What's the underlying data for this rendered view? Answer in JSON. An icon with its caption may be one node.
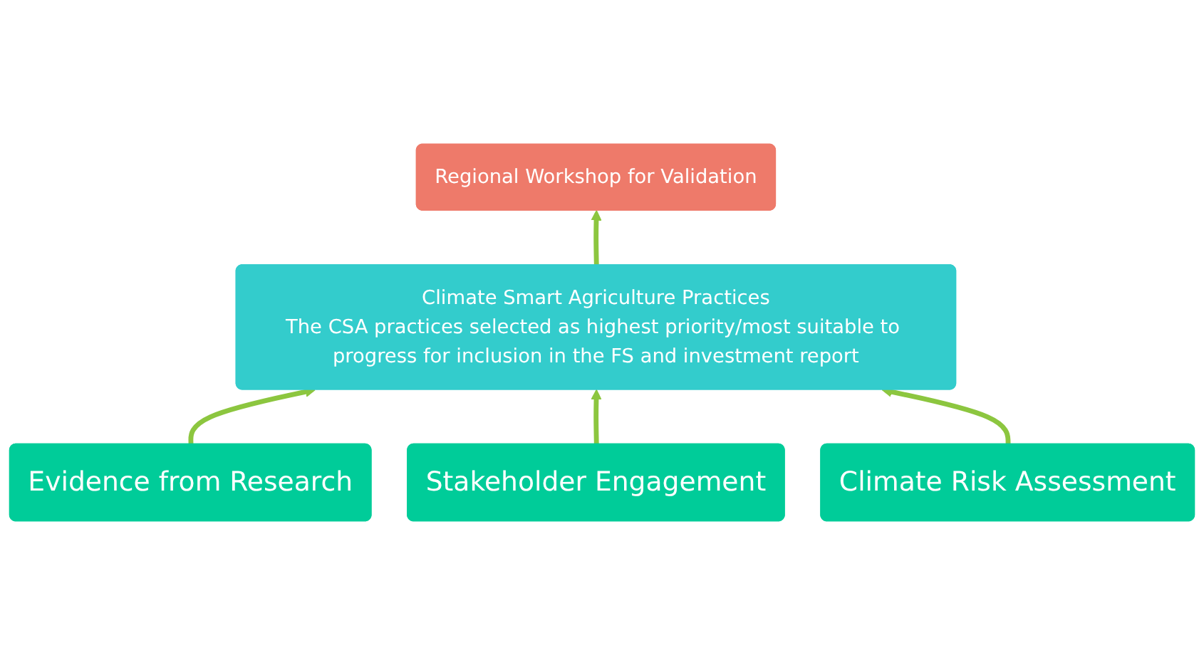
{
  "diagram": {
    "nodes": [
      {
        "text": [
          "Regional Workshop for Validation"
        ]
      },
      {
        "text": [
          "Climate Smart Agriculture Practices",
          "The CSA practices selected as highest priority/most suitable to progress for inclusion in the FS and investment report"
        ]
      },
      {
        "text": [
          "Evidence from Research"
        ]
      },
      {
        "text": [
          "Stakeholder Engagement"
        ]
      },
      {
        "text": [
          "Climate Risk Assessment"
        ]
      }
    ],
    "edges": [
      {
        "from": 1,
        "to": 0,
        "arrow": "to"
      },
      {
        "from": 2,
        "to": 1,
        "arrow": "to"
      },
      {
        "from": 3,
        "to": 1,
        "arrow": "to"
      },
      {
        "from": 4,
        "to": 1,
        "arrow": "to"
      }
    ]
  }
}
